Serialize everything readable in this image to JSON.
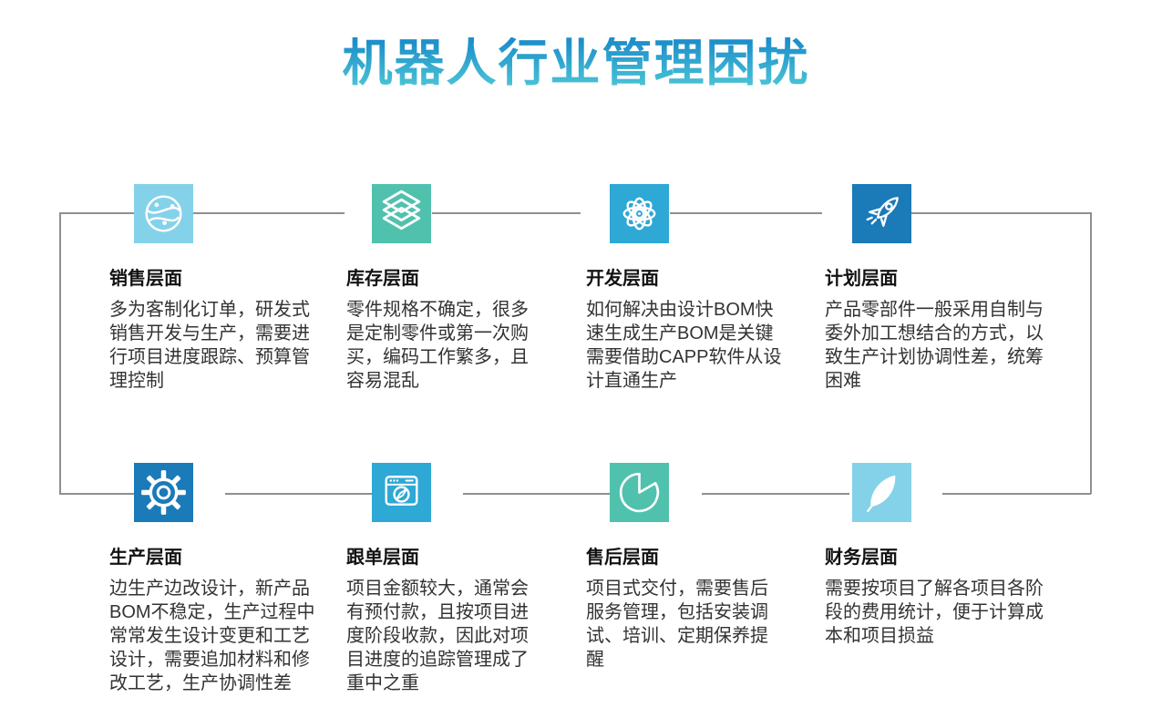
{
  "title": {
    "text": "机器人行业管理困扰",
    "gradient_top": "#1d8fc9",
    "gradient_bottom": "#4cc5d6"
  },
  "connector": {
    "color": "#8f8f8f"
  },
  "cards": [
    {
      "icon": "network-globe-icon",
      "icon_bg": "#84d2e9",
      "title": "销售层面",
      "desc": "多为客制化订单，研发式销售开发与生产，需要进行项目进度跟踪、预算管理控制"
    },
    {
      "icon": "stacked-layers-icon",
      "icon_bg": "#50c1ad",
      "title": "库存层面",
      "desc": "零件规格不确定，很多是定制零件或第一次购买，编码工作繁多，且容易混乱"
    },
    {
      "icon": "atom-icon",
      "icon_bg": "#2ea8d5",
      "title": "开发层面",
      "desc": "如何解决由设计BOM快速生成生产BOM是关键需要借助CAPP软件从设计直通生产"
    },
    {
      "icon": "rocket-icon",
      "icon_bg": "#1b7ab8",
      "title": "计划层面",
      "desc": "产品零部件一般采用自制与委外加工想结合的方式，以致生产计划协调性差，统筹困难"
    },
    {
      "icon": "gear-icon",
      "icon_bg": "#1b7ab8",
      "title": "生产层面",
      "desc": "边生产边改设计，新产品BOM不稳定，生产过程中常常发生设计变更和工艺设计，需要追加材料和修改工艺，生产协调性差"
    },
    {
      "icon": "browser-compass-icon",
      "icon_bg": "#2ea8d5",
      "title": "跟单层面",
      "desc": "项目金额较大，通常会有预付款，且按项目进度阶段收款，因此对项目进度的追踪管理成了重中之重"
    },
    {
      "icon": "pie-chart-icon",
      "icon_bg": "#50c1ad",
      "title": "售后层面",
      "desc": "项目式交付，需要售后服务管理，包括安装调试、培训、定期保养提醒"
    },
    {
      "icon": "feather-icon",
      "icon_bg": "#84d2e9",
      "title": "财务层面",
      "desc": "需要按项目了解各项目各阶段的费用统计，便于计算成本和项目损益"
    }
  ]
}
